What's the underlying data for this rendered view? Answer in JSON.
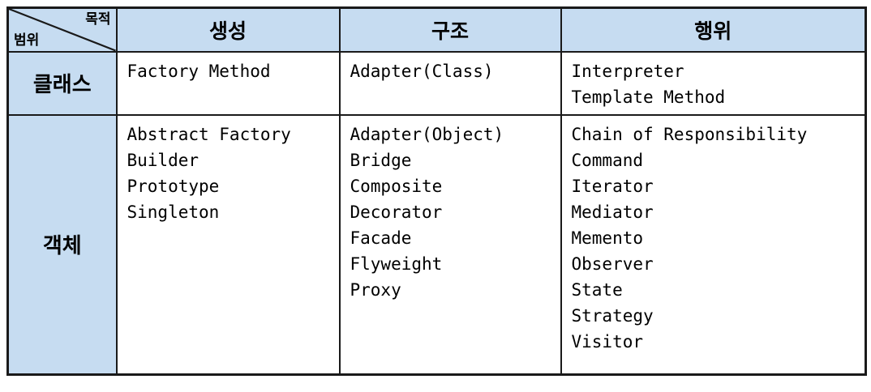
{
  "table": {
    "corner": {
      "purpose_label": "목적",
      "scope_label": "범위"
    },
    "column_headers": [
      "생성",
      "구조",
      "행위"
    ],
    "rows": [
      {
        "label": "클래스",
        "creational": [
          "Factory Method"
        ],
        "structural": [
          "Adapter(Class)"
        ],
        "behavioral": [
          "Interpreter",
          "Template Method"
        ]
      },
      {
        "label": "객체",
        "creational": [
          "Abstract Factory",
          "Builder",
          "Prototype",
          "Singleton"
        ],
        "structural": [
          "Adapter(Object)",
          "Bridge",
          "Composite",
          "Decorator",
          "Facade",
          "Flyweight",
          "Proxy"
        ],
        "behavioral": [
          "Chain of Responsibility",
          "Command",
          "Iterator",
          "Mediator",
          "Memento",
          "Observer",
          "State",
          "Strategy",
          "Visitor"
        ]
      }
    ],
    "colors": {
      "header_bg": "#c6dcf1",
      "border": "#1a1a1a",
      "cell_bg": "#ffffff"
    }
  }
}
